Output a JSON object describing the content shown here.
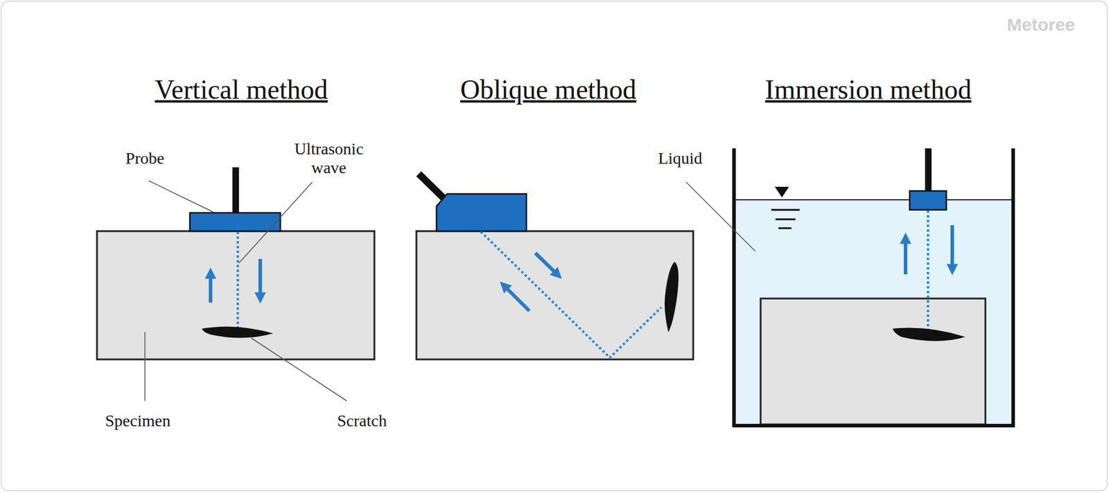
{
  "diagram": {
    "labels": [
      "Metoree",
      "Vertical method",
      "Oblique method",
      "Immersion method",
      "Probe",
      "Ultrasonic wave",
      "Liquid",
      "Specimen",
      "Scratch"
    ]
  }
}
